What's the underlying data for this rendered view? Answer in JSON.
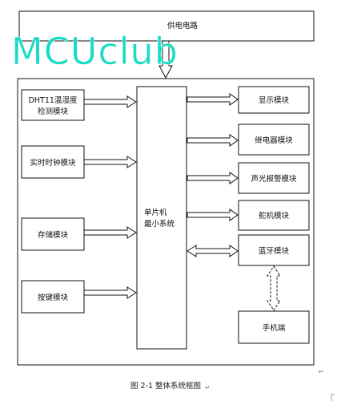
{
  "diagram": {
    "power_supply": "供电电路",
    "mcu": [
      "单片机",
      "最小系统"
    ],
    "inputs": {
      "dht11": [
        "DHT11温湿度",
        "检测模块"
      ],
      "rtc": "实时时钟模块",
      "storage": "存储模块",
      "keys": "按键模块"
    },
    "outputs": {
      "display": "显示模块",
      "relay": "继电器模块",
      "alarm": "声光报警模块",
      "servo": "舵机模块",
      "bluetooth": "蓝牙模块",
      "phone": "手机端"
    },
    "caption": "图 2-1  整体系统框图"
  },
  "watermark": {
    "text": "MCUclub",
    "color": "#19dcc4"
  },
  "colors": {
    "line": "#111111",
    "box_fill": "#ffffff"
  }
}
